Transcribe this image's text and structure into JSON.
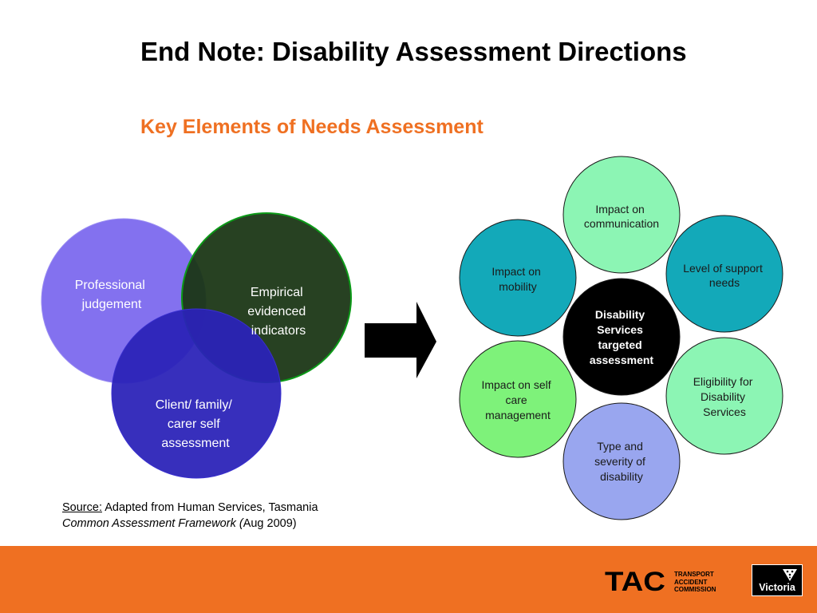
{
  "header": {
    "title": "End Note:  Disability Assessment Directions",
    "subtitle": "Key Elements of Needs Assessment"
  },
  "venn": {
    "circles": [
      {
        "lines": [
          "Professional",
          "judgement"
        ],
        "color": "#7b68ee"
      },
      {
        "lines": [
          "Empirical",
          "evidenced",
          "indicators"
        ],
        "color": "#1a3514"
      },
      {
        "lines": [
          "Client/ family/",
          "carer self",
          "assessment"
        ],
        "color": "#2a22b8"
      }
    ]
  },
  "arrow": {
    "icon": "right-arrow-icon",
    "color": "#000000"
  },
  "wheel": {
    "center": {
      "lines": [
        "Disability",
        "Services",
        "targeted",
        "assessment"
      ],
      "color": "#000000"
    },
    "nodes": [
      {
        "lines": [
          "Impact on",
          "communication"
        ],
        "color": "#8cf5b4"
      },
      {
        "lines": [
          "Level of support",
          "needs"
        ],
        "color": "#13a9b9"
      },
      {
        "lines": [
          "Eligibility for",
          "Disability",
          "Services"
        ],
        "color": "#8cf5b4"
      },
      {
        "lines": [
          "Type and",
          "severity of",
          "disability"
        ],
        "color": "#99a6ef"
      },
      {
        "lines": [
          "Impact on self",
          "care",
          "management"
        ],
        "color": "#7ef27a"
      },
      {
        "lines": [
          "Impact on",
          "mobility"
        ],
        "color": "#13a9b9"
      }
    ]
  },
  "source": {
    "label": "Source:",
    "line1": " Adapted from Human Services, Tasmania",
    "line2_italic": "Common Assessment Framework (",
    "line2_rest": "Aug 2009)"
  },
  "footer": {
    "color": "#ef7022",
    "tac_logo": "TAC",
    "tac_lines": [
      "TRANSPORT",
      "ACCIDENT",
      "COMMISSION"
    ],
    "victoria_logo": "Victoria"
  },
  "colors": {
    "accent": "#ef7022",
    "title": "#000000"
  }
}
